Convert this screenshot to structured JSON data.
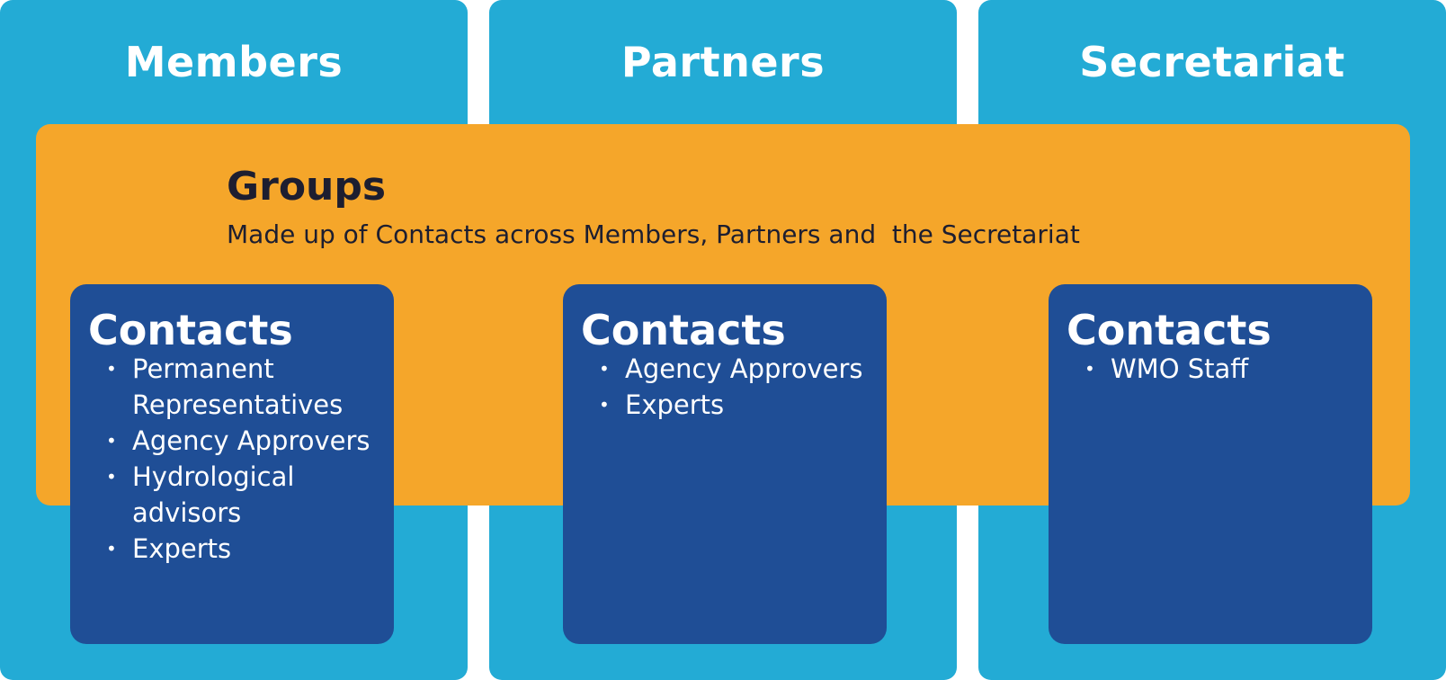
{
  "columns": [
    {
      "title": "Members"
    },
    {
      "title": "Partners"
    },
    {
      "title": "Secretariat"
    }
  ],
  "groups": {
    "title": "Groups",
    "subtitle": "Made up of Contacts across Members, Partners and  the Secretariat"
  },
  "cards": [
    {
      "title": "Contacts",
      "items": [
        "Permanent Representatives",
        "Agency Approvers",
        "Hydrological advisors",
        "Experts"
      ]
    },
    {
      "title": "Contacts",
      "items": [
        "Agency Approvers",
        "Experts"
      ]
    },
    {
      "title": "Contacts",
      "items": [
        "WMO Staff"
      ]
    }
  ],
  "colors": {
    "column_bg": "#23abd5",
    "groups_bg": "#f5a62a",
    "card_bg": "#1f4e96",
    "text_dark": "#1d1e30",
    "text_light": "#ffffff"
  }
}
